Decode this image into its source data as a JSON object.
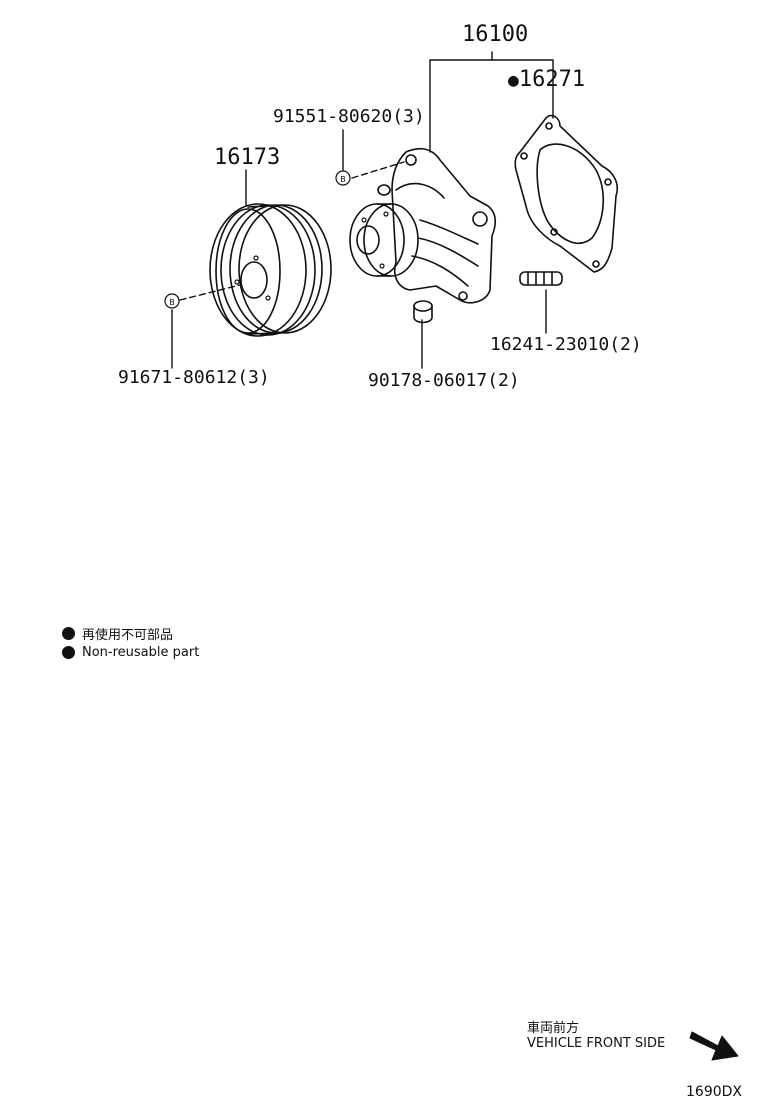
{
  "parts": {
    "assembly": "16100",
    "gasket": "16271",
    "gasket_marker": "●",
    "bolt_upper": "91551-80620(3)",
    "pulley": "16173",
    "bolt_pulley": "91671-80612(3)",
    "nut": "90178-06017(2)",
    "stud": "16241-23010(2)",
    "bolt_marker_glyph": "B"
  },
  "legend": {
    "items": [
      {
        "text": "再使用不可部品"
      },
      {
        "text": "Non-reusable part"
      }
    ]
  },
  "orientation": {
    "jp": "車両前方",
    "en": "VEHICLE FRONT SIDE"
  },
  "diagram_code": "1690DX"
}
